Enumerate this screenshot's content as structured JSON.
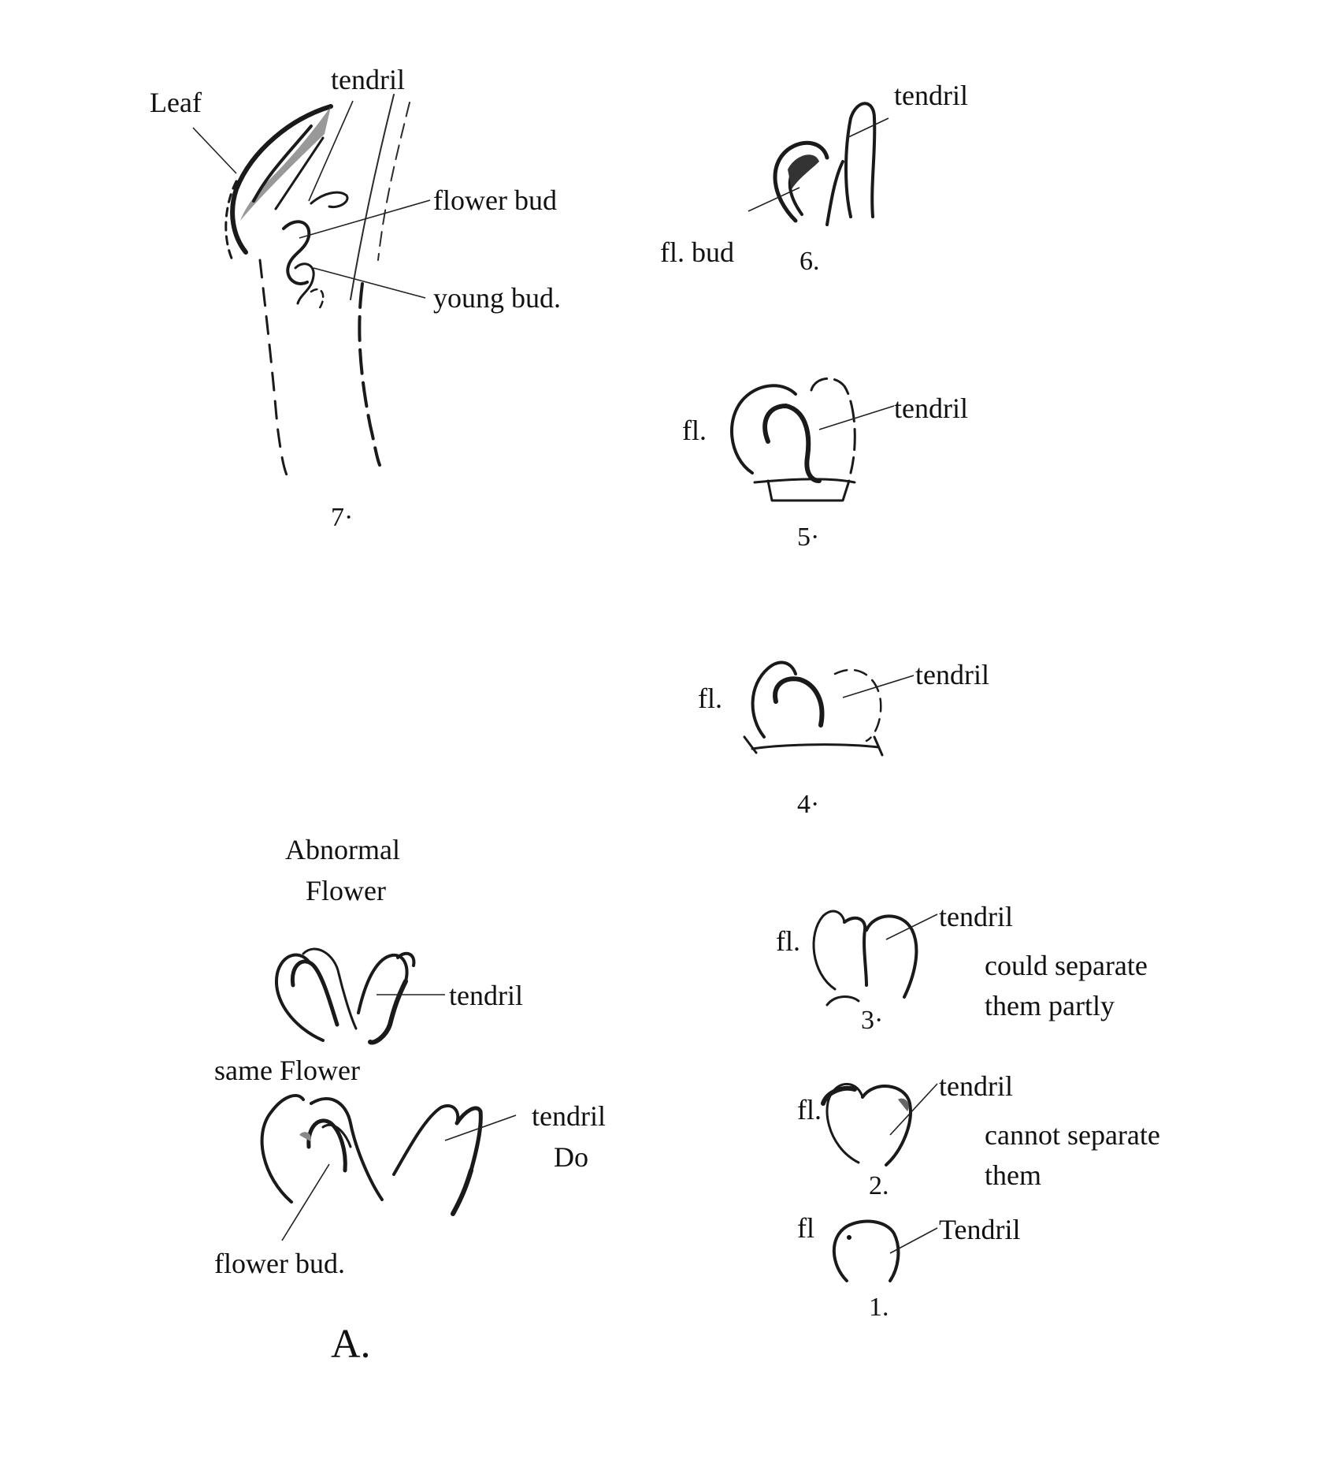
{
  "figures": {
    "fig7": {
      "number": "7·",
      "labels": {
        "leaf": "Leaf",
        "tendril": "tendril",
        "flower_bud": "flower bud",
        "young_bud": "young bud."
      }
    },
    "fig6": {
      "number": "6.",
      "labels": {
        "tendril": "tendril",
        "fl_bud": "fl. bud"
      }
    },
    "fig5": {
      "number": "5·",
      "labels": {
        "fl": "fl.",
        "tendril": "tendril"
      }
    },
    "fig4": {
      "number": "4·",
      "labels": {
        "fl": "fl.",
        "tendril": "tendril"
      }
    },
    "fig3": {
      "number": "3·",
      "labels": {
        "fl": "fl.",
        "tendril": "tendril",
        "note_line1": "could separate",
        "note_line2": "them partly"
      }
    },
    "fig2": {
      "number": "2.",
      "labels": {
        "fl": "fl.",
        "tendril": "tendril",
        "note_line1": "cannot separate",
        "note_line2": "them"
      }
    },
    "fig1": {
      "number": "1.",
      "labels": {
        "fl": "fl",
        "tendril": "Tendril"
      }
    }
  },
  "abnormal": {
    "title_line1": "Abnormal",
    "title_line2": "Flower",
    "tendril_upper": "tendril",
    "same_flower": "same Flower",
    "tendril_lower": "tendril",
    "ditto": "Do",
    "flower_bud": "flower bud."
  },
  "plate_label": "A."
}
